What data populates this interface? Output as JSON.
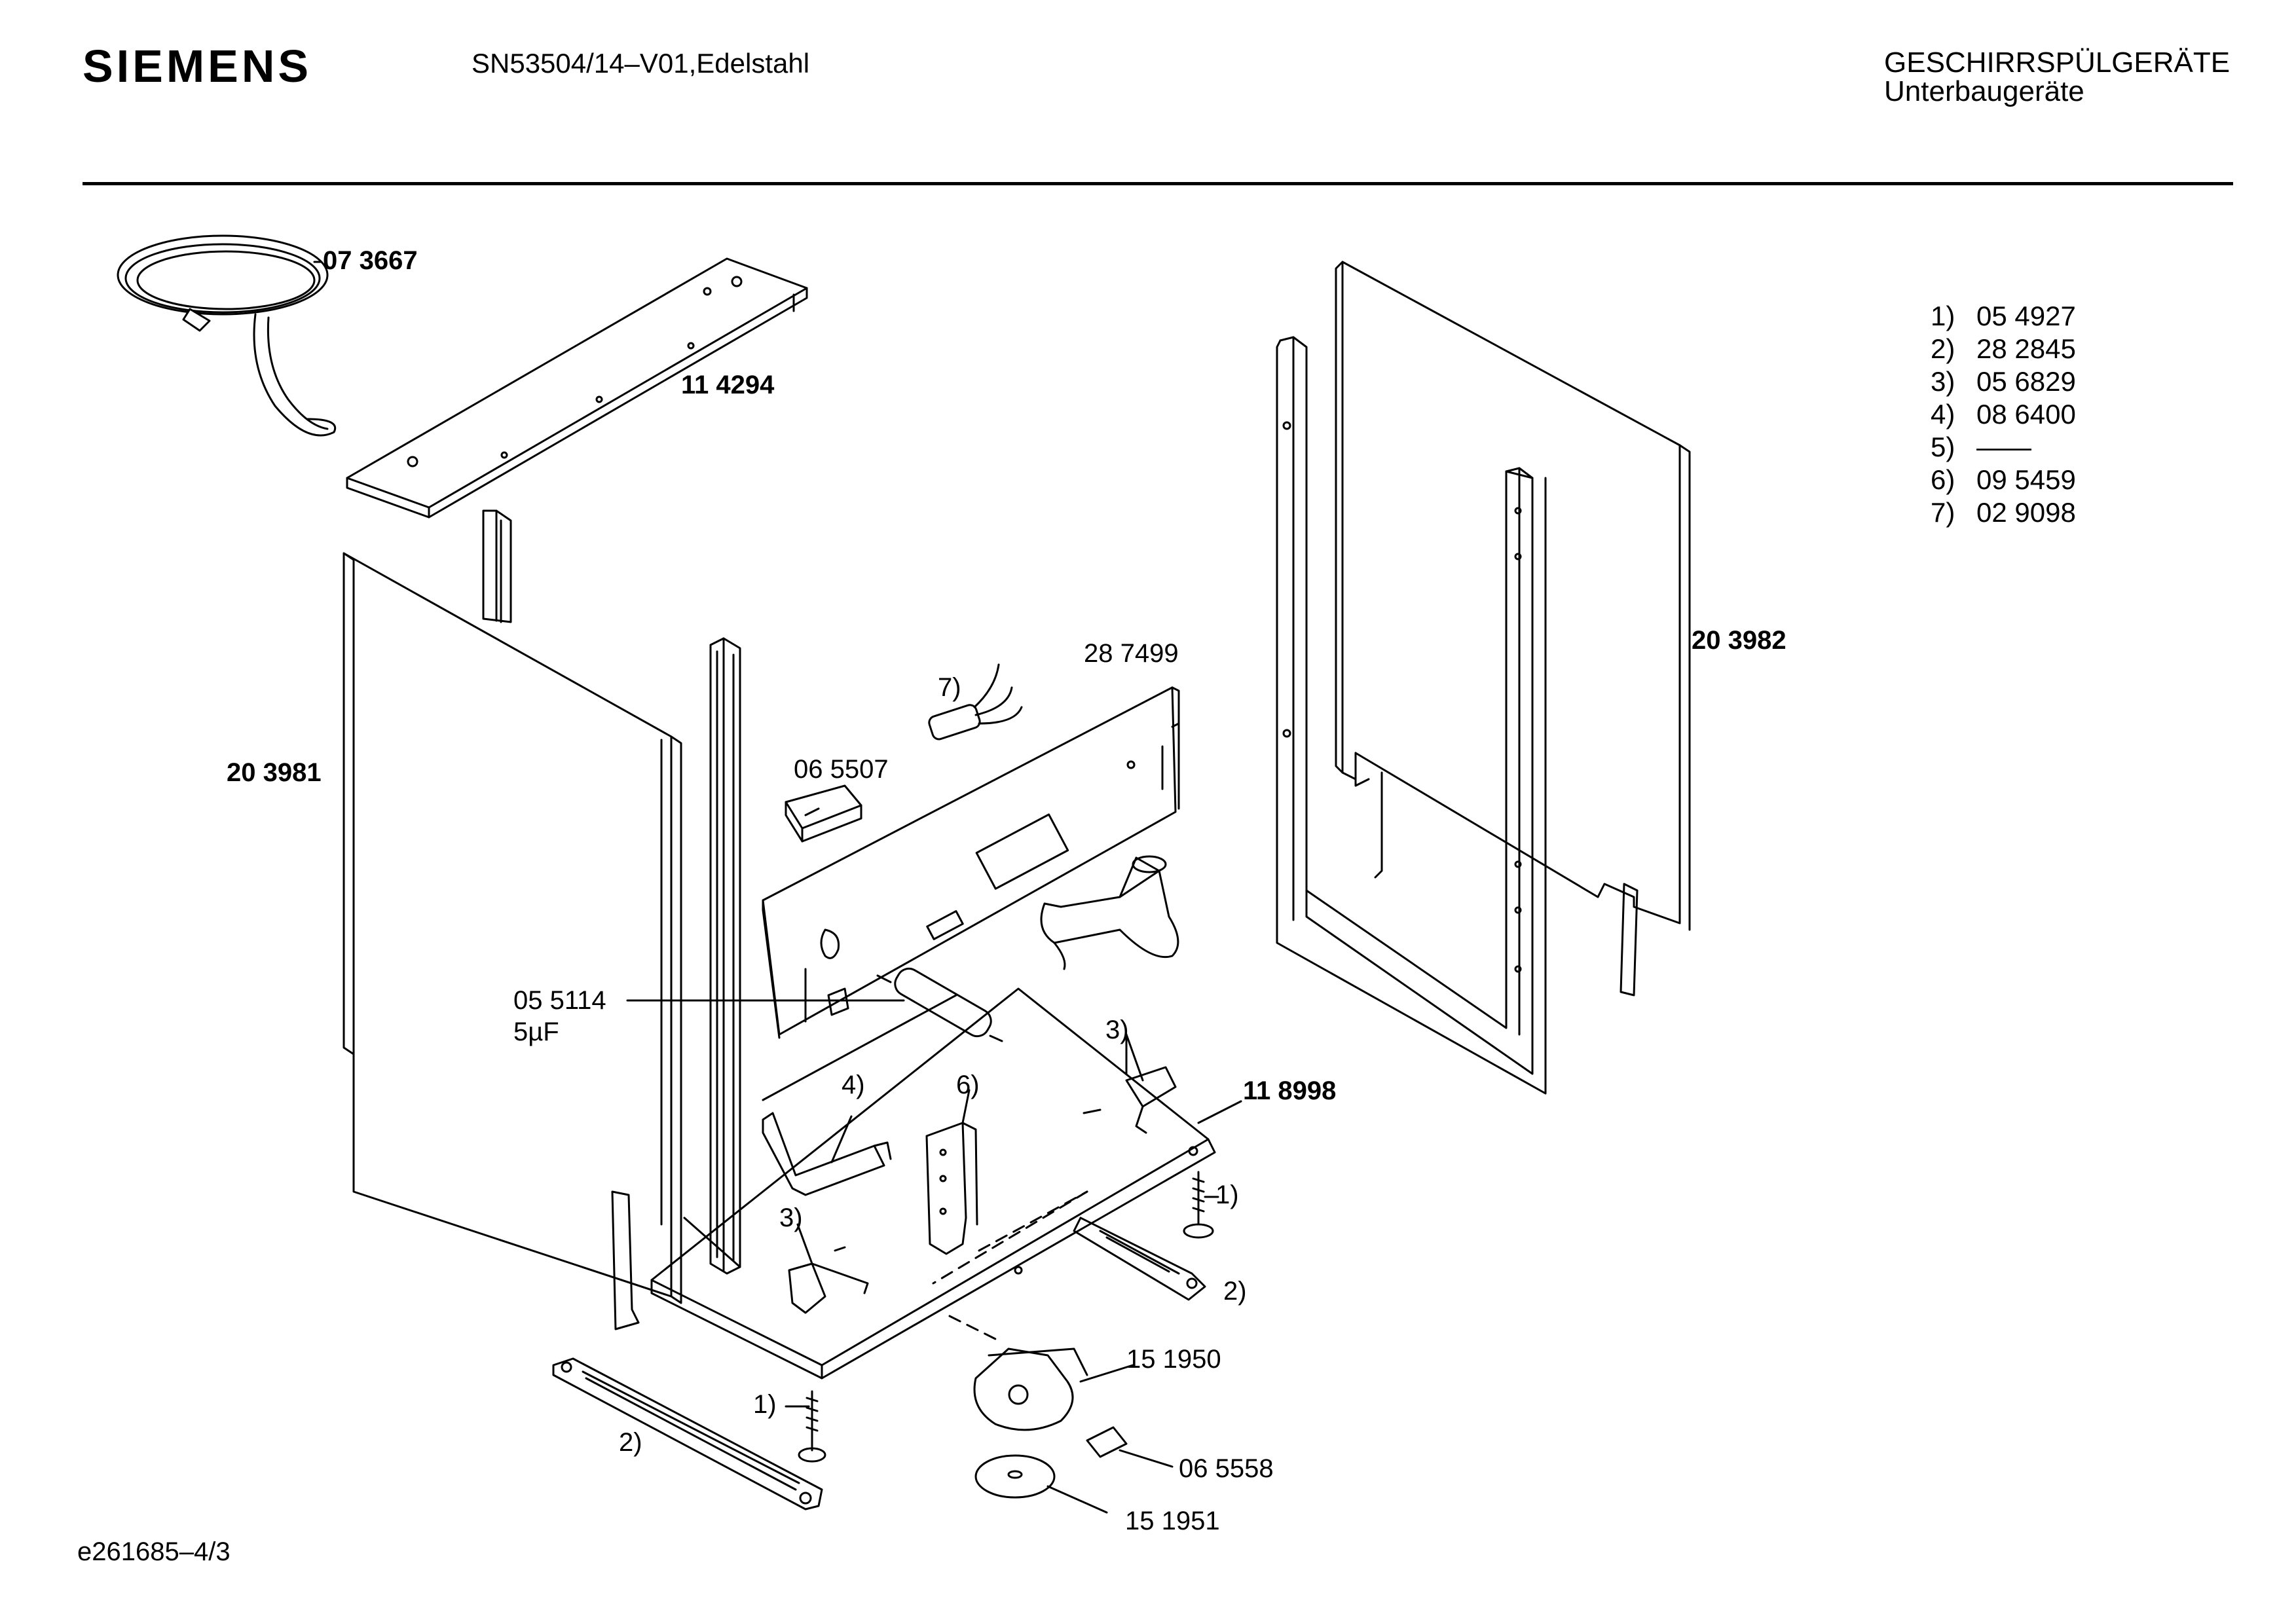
{
  "header": {
    "brand": "SIEMENS",
    "model": "SN53504/14–V01,Edelstahl",
    "category_line1": "GESCHIRRSPÜLGERÄTE",
    "category_line2": "Unterbaugeräte"
  },
  "footer": {
    "drawing_id": "e261685–4/3"
  },
  "legend": [
    {
      "index": "1)",
      "part": "05 4927"
    },
    {
      "index": "2)",
      "part": "28 2845"
    },
    {
      "index": "3)",
      "part": "05 6829"
    },
    {
      "index": "4)",
      "part": "08 6400"
    },
    {
      "index": "5)",
      "part": "——"
    },
    {
      "index": "6)",
      "part": "09 5459"
    },
    {
      "index": "7)",
      "part": "02 9098"
    }
  ],
  "callouts": {
    "power_cord": "07 3667",
    "top_strip": "11 4294",
    "side_panel_left": "20 3981",
    "side_panel_right": "20 3982",
    "front_panel": "28 7499",
    "ref_7": "7)",
    "switch": "06 5507",
    "capacitor_part": "05 5114",
    "capacitor_value": "5µF",
    "base_frame": "11 8998",
    "ref_3a": "3)",
    "ref_4": "4)",
    "ref_6": "6)",
    "ref_3b": "3)",
    "ref_1a": "1)",
    "ref_2a": "2)",
    "ref_1b": "1)",
    "ref_2b": "2)",
    "float_switch": "15 1950",
    "connector": "06 5558",
    "float_disc": "15 1951"
  }
}
